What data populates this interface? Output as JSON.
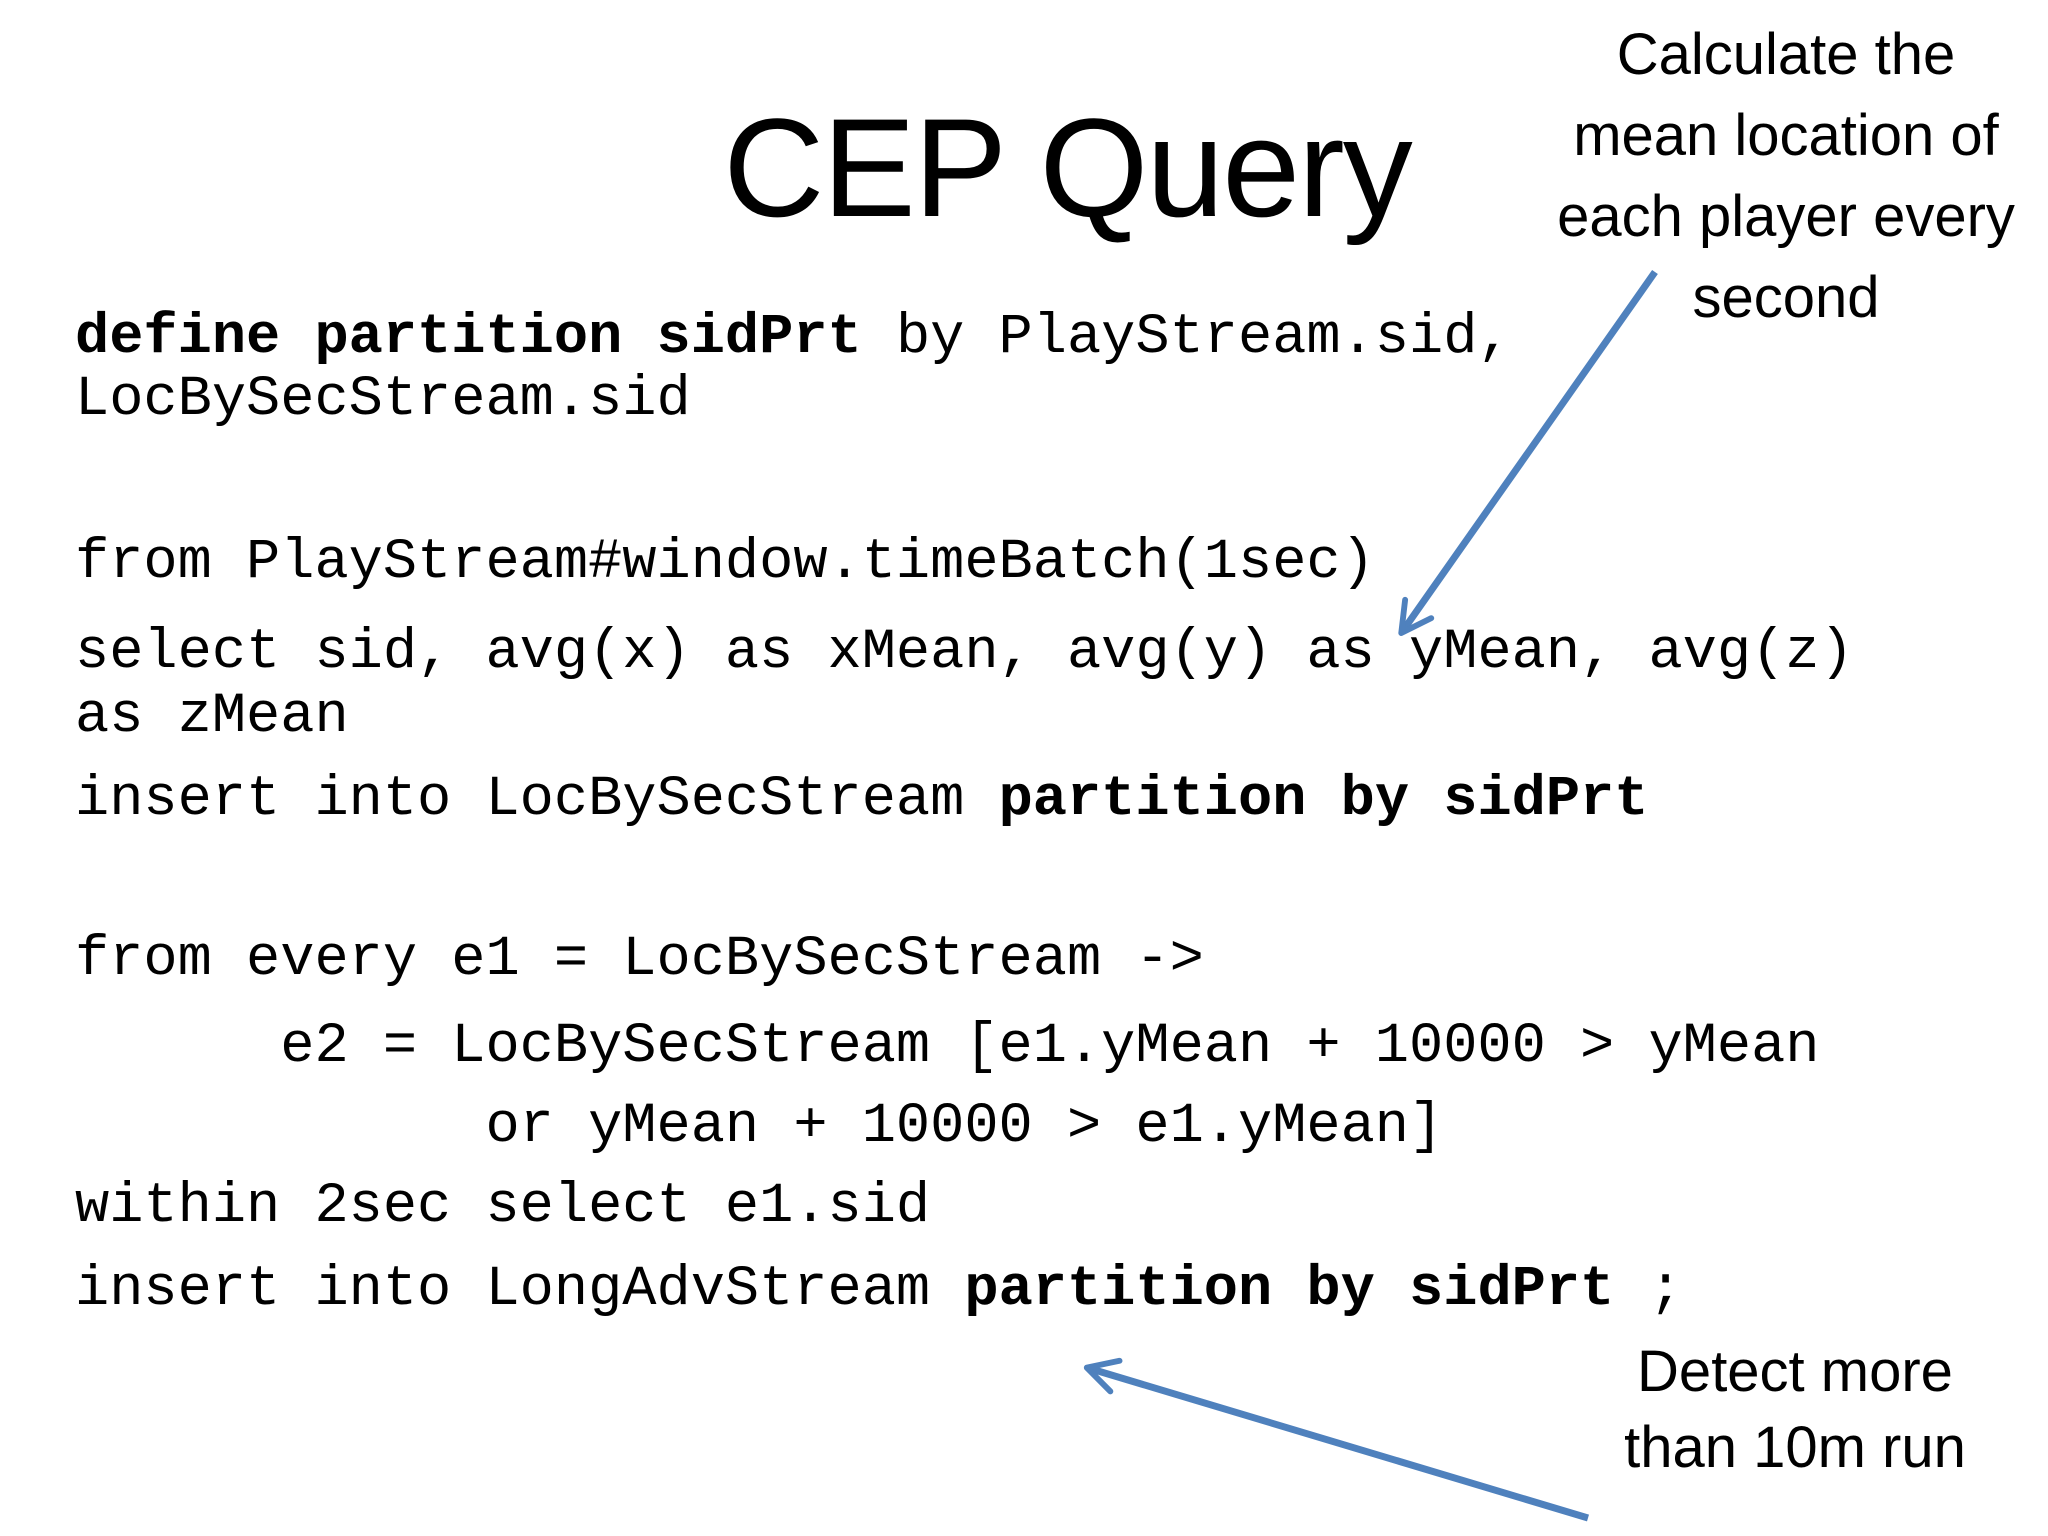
{
  "slide": {
    "title": "CEP Query",
    "background_color": "#ffffff",
    "text_color": "#000000",
    "accent_blue": "#4f81bd"
  },
  "annotations": {
    "top_right": {
      "lines": [
        "Calculate the",
        "mean location of",
        "each player every",
        "second"
      ]
    },
    "bottom_right": {
      "lines": [
        "Detect more",
        "than 10m run"
      ]
    }
  },
  "code": {
    "lines": [
      {
        "segments": [
          {
            "text": "define partition sidPrt",
            "bold": true
          },
          {
            "text": " by PlayStream.sid,",
            "bold": false
          }
        ]
      },
      {
        "segments": [
          {
            "text": "LocBySecStream.sid",
            "bold": false
          }
        ]
      },
      {
        "segments": [
          {
            "text": "from PlayStream#window.timeBatch(1sec)",
            "bold": false
          }
        ]
      },
      {
        "segments": [
          {
            "text": "select sid, avg(x) as xMean, avg(y) as yMean, avg(z)",
            "bold": false
          }
        ]
      },
      {
        "segments": [
          {
            "text": "as zMean",
            "bold": false
          }
        ]
      },
      {
        "segments": [
          {
            "text": "insert into LocBySecStream ",
            "bold": false
          },
          {
            "text": "partition by sidPrt",
            "bold": true
          }
        ]
      },
      {
        "segments": [
          {
            "text": "from every e1 = LocBySecStream ->",
            "bold": false
          }
        ]
      },
      {
        "segments": [
          {
            "text": "      e2 = LocBySecStream [e1.yMean + 10000 > yMean",
            "bold": false
          }
        ]
      },
      {
        "segments": [
          {
            "text": "            or yMean + 10000 > e1.yMean]",
            "bold": false
          }
        ]
      },
      {
        "segments": [
          {
            "text": "within 2sec select e1.sid",
            "bold": false
          }
        ]
      },
      {
        "segments": [
          {
            "text": "insert into LongAdvStream ",
            "bold": false
          },
          {
            "text": "partition by sidPrt",
            "bold": true
          },
          {
            "text": " ;",
            "bold": false
          }
        ]
      }
    ]
  }
}
